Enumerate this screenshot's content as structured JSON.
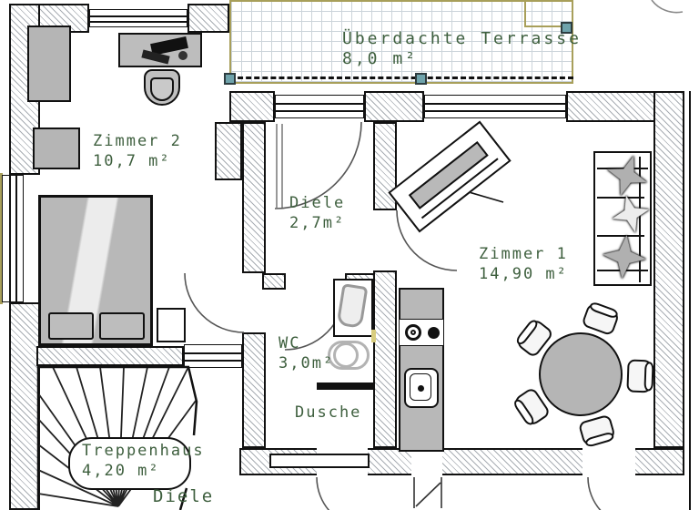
{
  "plan": {
    "kind": "architectural floor plan",
    "language": "de"
  },
  "rooms": {
    "terrasse": {
      "name": "Überdachte Terrasse",
      "area": "8,0 m²"
    },
    "zimmer2": {
      "name": "Zimmer 2",
      "area": "10,7 m²"
    },
    "diele": {
      "name": "Diele",
      "area": "2,7m²"
    },
    "zimmer1": {
      "name": "Zimmer 1",
      "area": "14,90 m²"
    },
    "wc": {
      "name": "WC",
      "area": "3,0m²"
    },
    "dusche": {
      "name": "Dusche"
    },
    "treppenhaus": {
      "name": "Treppenhaus",
      "area": "4,20 m²"
    },
    "diele_unten": {
      "name": "Diele"
    }
  },
  "colors": {
    "label_green": "#3e5f3e",
    "terrace_border_olive": "#a89f5a",
    "terrace_grid": "#ccd4da",
    "post_teal": "#6fa3ab",
    "furniture_gray": "#b5b5b5",
    "wall_hatch_gray": "#a8adb3",
    "wall_outline": "#111111"
  },
  "icons": {
    "bed": "double-bed with blanket stripe and two pillows",
    "wardrobe": "gray rectangle",
    "desk": "gray rectangle with computer",
    "desk_chair": "rounded horseshoe chair",
    "sideboard": "rotated cabinet with gray inlay",
    "sofa": "three-seat sofa with star cushions",
    "dining_table": "round gray table with five chairs",
    "kitchen": "counter strip with cooktop and sink",
    "washbasin": "rounded basin in niche",
    "toilet": "stadium + circle outline",
    "shower": "black divider bar",
    "staircase": "winder stairs with radiating treads",
    "terrace_posts": "teal squares",
    "door_swings": "quarter-circle arcs",
    "windows": "double-line openings"
  }
}
